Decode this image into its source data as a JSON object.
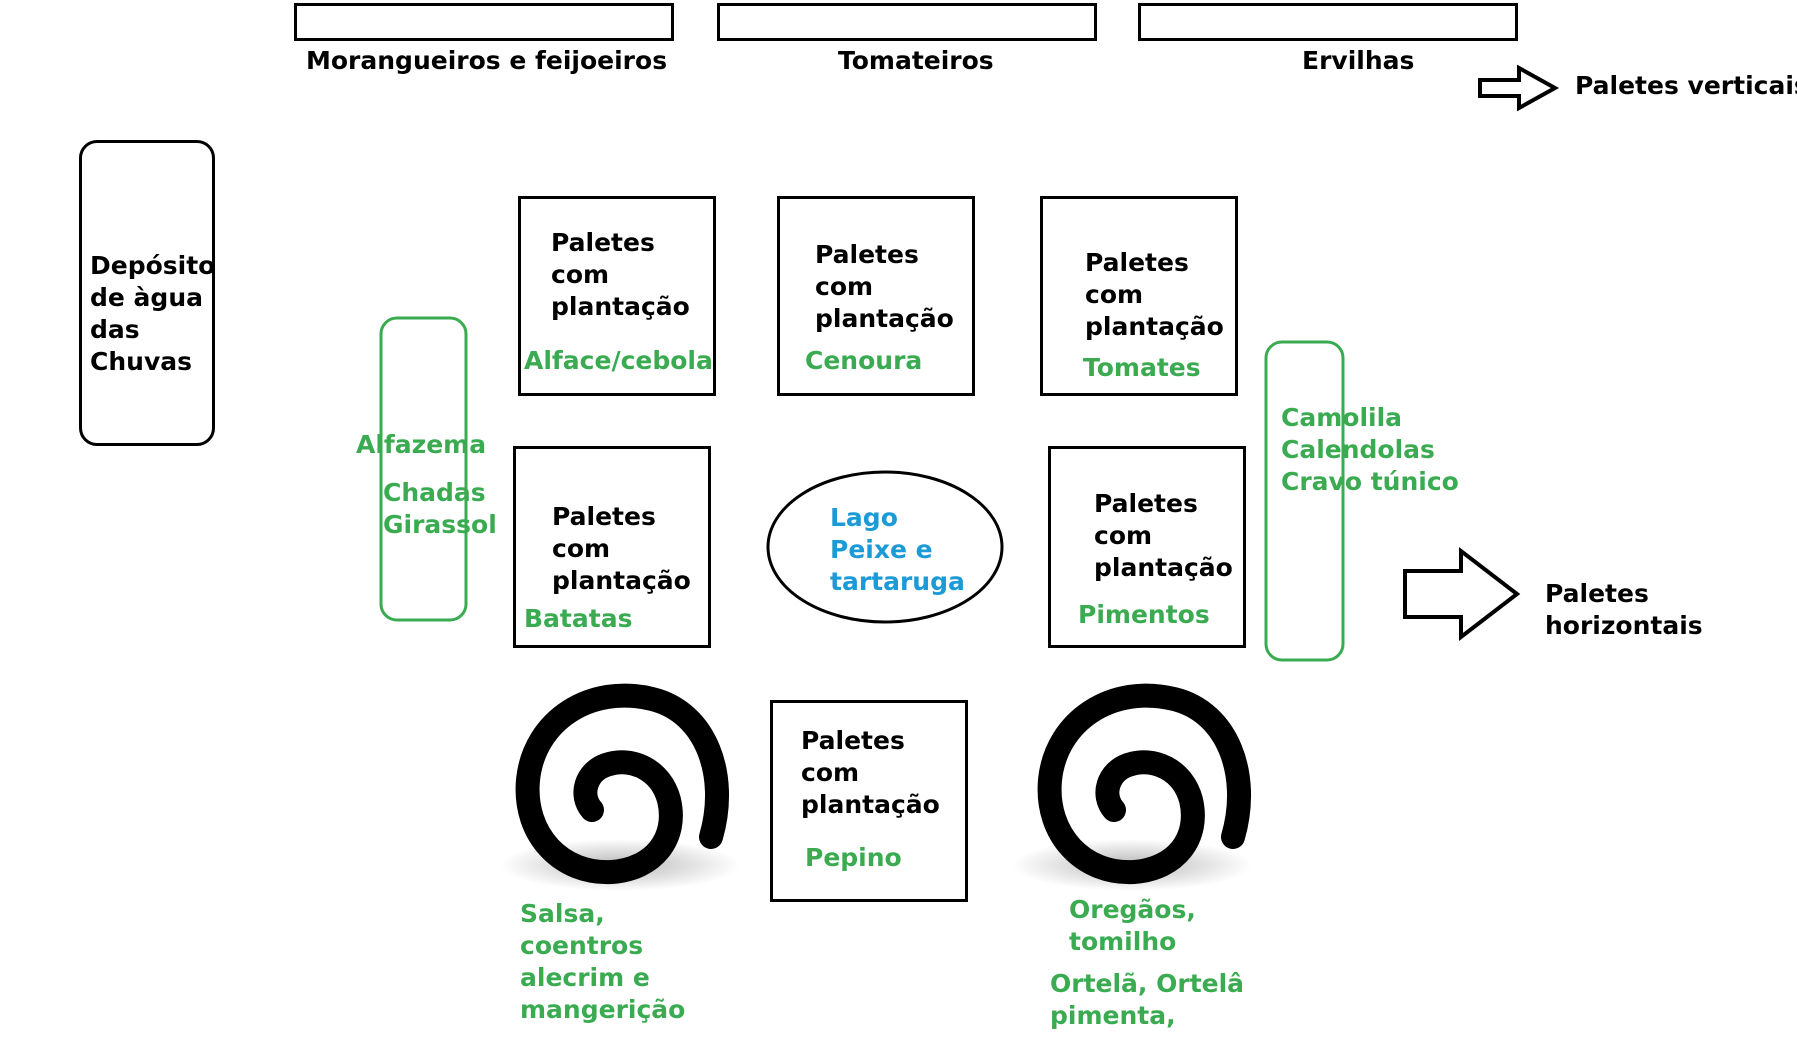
{
  "top_rows": [
    {
      "label": "Morangueiros e feijoeiros"
    },
    {
      "label": "Tomateiros"
    },
    {
      "label": "Ervilhas"
    }
  ],
  "legend": {
    "vertical": "Paletes verticais",
    "horizontal": "Paletes horizontais"
  },
  "water_tank": "Depósito de àgua das Chuvas",
  "pallets": [
    {
      "title": "Paletes com plantação",
      "crop": "Alface/cebola"
    },
    {
      "title": "Paletes com plantação",
      "crop": "Cenoura"
    },
    {
      "title": "Paletes com plantação",
      "crop": "Tomates"
    },
    {
      "title": "Paletes com plantação",
      "crop": "Batatas"
    },
    {
      "title": "Paletes com plantação",
      "crop": "Pimentos"
    },
    {
      "title": "Paletes com plantação",
      "crop": "Pepino"
    }
  ],
  "lake": "Lago Peixe e tartaruga",
  "left_strip": {
    "line1": "Alfazema",
    "line2": "Chadas",
    "line3": "Girassol"
  },
  "right_strip": {
    "line1": "Camolila",
    "line2": "Calendolas",
    "line3": "Cravo túnico"
  },
  "spiral_left": "Salsa, coentros alecrim e mangerição",
  "spiral_right_a": "Oregãos, tomilho",
  "spiral_right_b": "Ortelã, Ortelâ pimenta,",
  "colors": {
    "green": "#3aab50",
    "blue": "#1a9ad6",
    "black": "#000000"
  }
}
